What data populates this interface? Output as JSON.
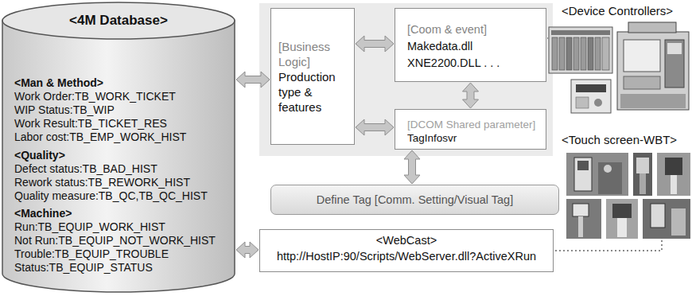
{
  "diagram": {
    "nodes": [
      {
        "text": [
          "<4M Database>",
          "<Man & Method>",
          "Work Order:TB_WORK_TICKET",
          "WIP Status:TB_WIP",
          "Work Result:TB_TICKET_RES",
          "Labor cost:TB_EMP_WORK_HIST",
          "<Quality>",
          "Defect status:TB_BAD_HIST",
          "Rework status:TB_REWORK_HIST",
          "Quality measure:TB_QC,TB_QC_HIST",
          "<Machine>",
          "Run:TB_EQUIP_WORK_HIST",
          "Not Run:TB_EQUIP_NOT_WORK_HIST",
          "Trouble:TB_EQUIP_TROUBLE",
          "Status:TB_EQUIP_STATUS"
        ]
      },
      {
        "text": [
          "[Business Logic]",
          "Production type & features"
        ]
      },
      {
        "text": [
          "[Coom & event]",
          "Makedata.dll",
          "XNE2200.DLL . . ."
        ]
      },
      {
        "text": [
          "[DCOM Shared parameter]",
          "TagInfosvr"
        ]
      },
      {
        "text": [
          "Define Tag [Comm. Setting/Visual Tag]"
        ]
      },
      {
        "text": [
          "<WebCast>",
          "http://HostIP:90/Scripts/WebServer.dll?ActiveXRun"
        ]
      }
    ],
    "edges": [
      {
        "from": 0,
        "to": 1,
        "arrow": "both"
      },
      {
        "from": 1,
        "to": 2,
        "arrow": "both"
      },
      {
        "from": 1,
        "to": 3,
        "arrow": "both"
      },
      {
        "from": 2,
        "to": 3,
        "arrow": "both"
      },
      {
        "from": 3,
        "to": 4,
        "arrow": "both"
      },
      {
        "from": 0,
        "to": 5,
        "arrow": "both"
      }
    ],
    "labels": [
      "<Device Controllers>",
      "<Touch screen-WBT>"
    ]
  }
}
